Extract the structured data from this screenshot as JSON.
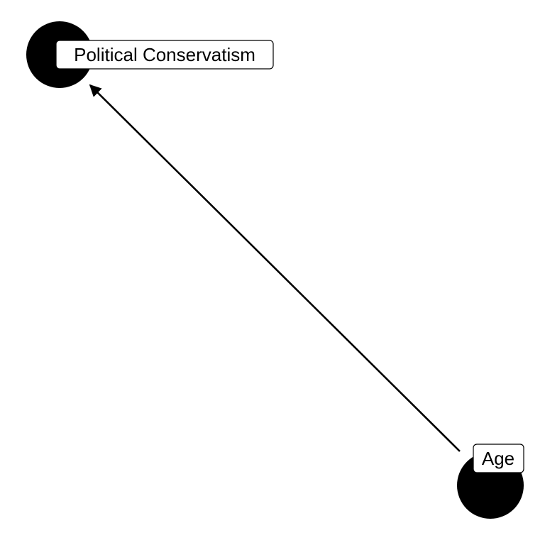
{
  "diagram": {
    "type": "directed-acyclic-graph",
    "nodes": [
      {
        "id": "political_conservatism",
        "label": "Political Conservatism"
      },
      {
        "id": "age",
        "label": "Age"
      }
    ],
    "edges": [
      {
        "from": "age",
        "to": "political_conservatism",
        "directed": true
      }
    ]
  },
  "colors": {
    "node_fill": "#000000",
    "edge": "#000000",
    "label_fill": "#ffffff",
    "label_border": "#000000",
    "label_text": "#000000",
    "background": "#ffffff"
  }
}
